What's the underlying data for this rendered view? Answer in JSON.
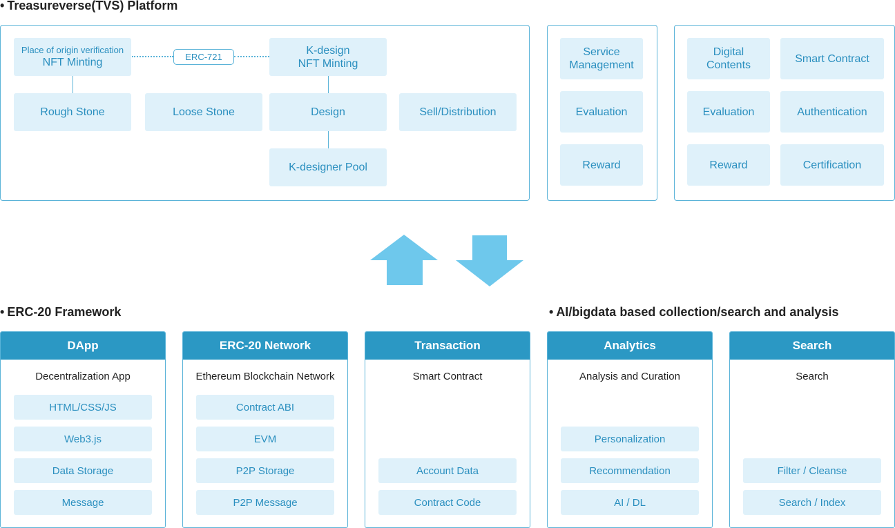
{
  "platform": {
    "title": "Treasureverse(TVS) Platform",
    "origin_minting": {
      "line1": "Place of origin verification",
      "line2": "NFT Minting"
    },
    "erc721_label": "ERC-721",
    "kdesign_minting": {
      "line1": "K-design",
      "line2": "NFT Minting"
    },
    "rough_stone": "Rough Stone",
    "loose_stone": "Loose Stone",
    "design": "Design",
    "sell_distribution": "Sell/Distribution",
    "kdesigner_pool": "K-designer Pool"
  },
  "service_panel": {
    "service_management": {
      "line1": "Service",
      "line2": "Management"
    },
    "evaluation": "Evaluation",
    "reward": "Reward"
  },
  "content_panel": {
    "digital_contents": {
      "line1": "Digital",
      "line2": "Contents"
    },
    "smart_contract": "Smart Contract",
    "evaluation": "Evaluation",
    "authentication": "Authentication",
    "reward": "Reward",
    "certification": "Certification"
  },
  "arrows": {
    "color": "#6ec8ec"
  },
  "erc20": {
    "title": "ERC-20 Framework",
    "dapp": {
      "header": "DApp",
      "subtitle": "Decentralization App",
      "items": [
        "HTML/CSS/JS",
        "Web3.js",
        "Data Storage",
        "Message"
      ]
    },
    "network": {
      "header": "ERC-20 Network",
      "subtitle": "Ethereum Blockchain Network",
      "items": [
        "Contract ABI",
        "EVM",
        "P2P Storage",
        "P2P Message"
      ]
    },
    "transaction": {
      "header": "Transaction",
      "subtitle": "Smart Contract",
      "items": [
        "Account Data",
        "Contract Code"
      ]
    }
  },
  "ai": {
    "title": "AI/bigdata based collection/search and analysis",
    "analytics": {
      "header": "Analytics",
      "subtitle": "Analysis and Curation",
      "items": [
        "Personalization",
        "Recommendation",
        "AI / DL"
      ]
    },
    "search": {
      "header": "Search",
      "subtitle": "Search",
      "items": [
        "Filter / Cleanse",
        "Search / Index"
      ]
    }
  },
  "colors": {
    "border": "#5ab3d8",
    "chip_bg": "#dff1fa",
    "chip_text": "#2a8fbf",
    "header_bg": "#2b98c4"
  }
}
